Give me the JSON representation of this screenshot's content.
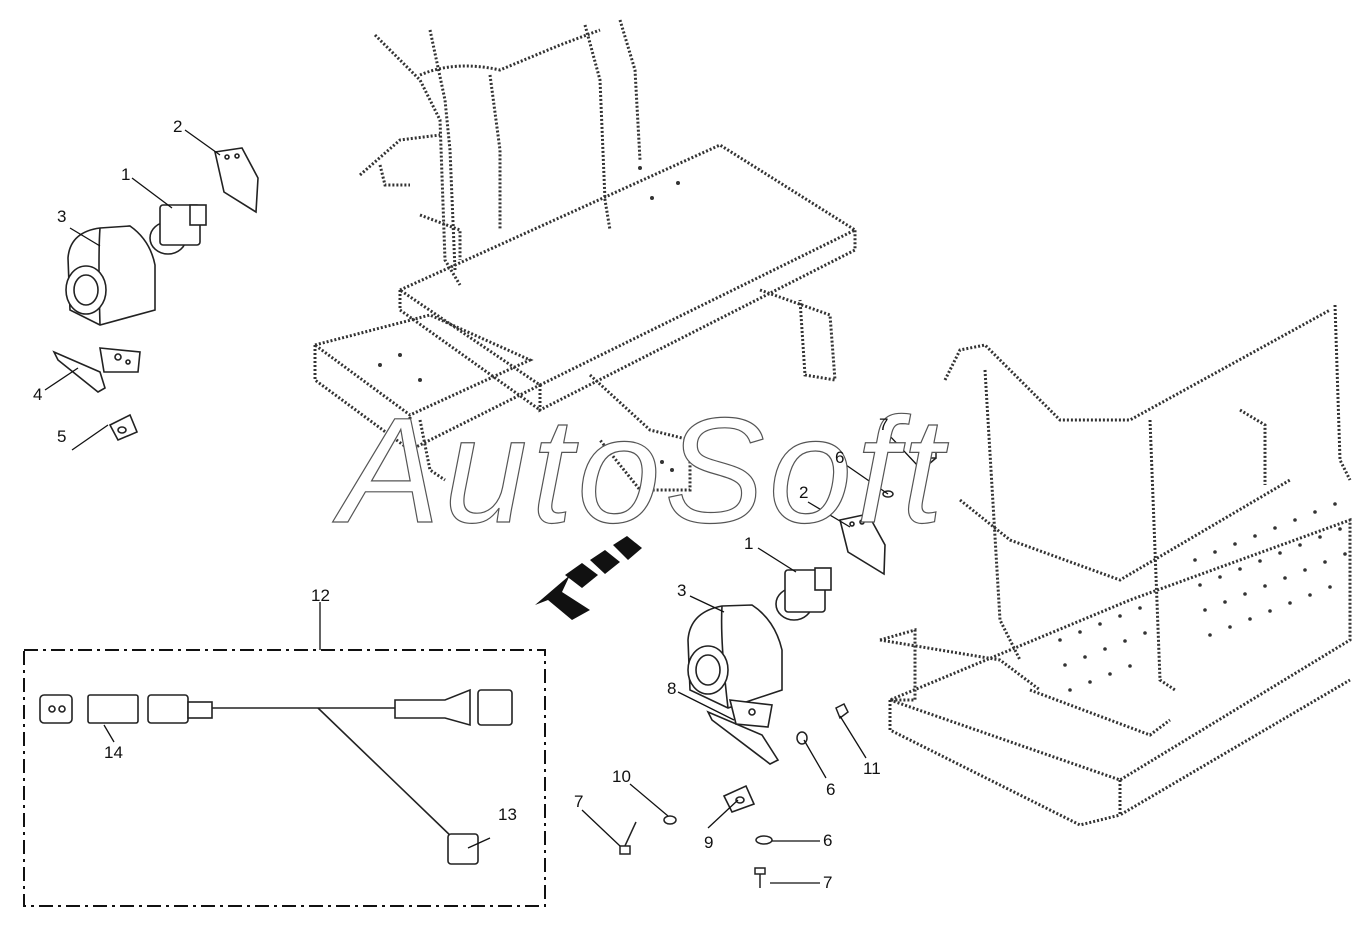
{
  "watermark": "AutoSoft",
  "callouts": {
    "upper_left": {
      "p1": "1",
      "p2": "2",
      "p3": "3",
      "p4": "4",
      "p5": "5"
    },
    "kit": {
      "p12": "12",
      "p13": "13",
      "p14": "14"
    },
    "lower_right": {
      "p1": "1",
      "p2": "2",
      "p3": "3",
      "p6a": "6",
      "p6b": "6",
      "p6c": "6",
      "p7a": "7",
      "p7b": "7",
      "p7c": "7",
      "p8": "8",
      "p9": "9",
      "p10": "10",
      "p11": "11"
    }
  },
  "colors": {
    "line": "#222222",
    "watermark_outline": "#555555",
    "frame_dots": "#333333"
  }
}
